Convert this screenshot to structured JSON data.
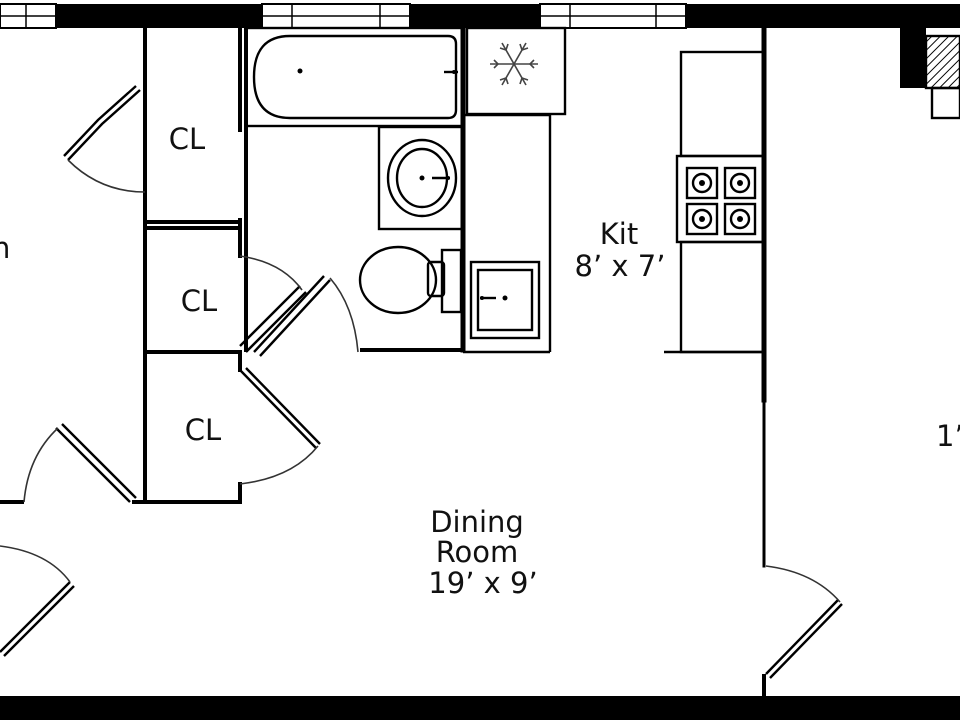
{
  "rooms": {
    "closet_1": {
      "label": "CL"
    },
    "closet_2": {
      "label": "CL"
    },
    "closet_3": {
      "label": "CL"
    },
    "kitchen": {
      "name": "Kit",
      "size": "8’ x 7’"
    },
    "dining": {
      "name_line1": "Dining",
      "name_line2": "Room",
      "size": "19’ x 9’"
    }
  },
  "cropped_fragments": {
    "left_room": "n",
    "right_room": "1’"
  },
  "icons": {
    "refrigerator": "snowflake-icon",
    "stove": "burner-icon",
    "sinks": "sink-icon",
    "toilet": "toilet-icon",
    "bathtub": "bathtub-icon",
    "fireplace": "fireplace-icon"
  },
  "colors": {
    "wall": "#000000",
    "background": "#ffffff",
    "text": "#111111"
  }
}
